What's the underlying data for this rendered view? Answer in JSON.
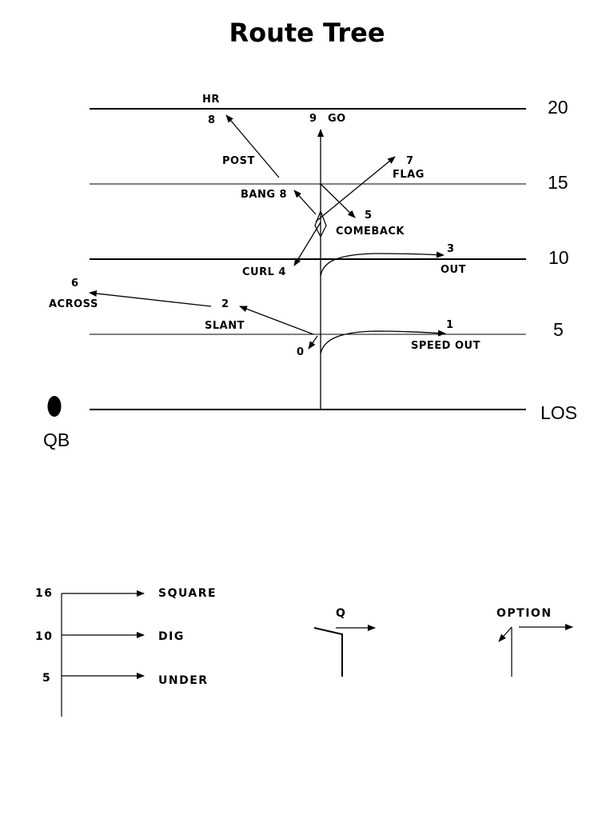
{
  "title": "Route Tree",
  "yard_markers": [
    "20",
    "15",
    "10",
    "5",
    "LOS"
  ],
  "qb_label": "QB",
  "routes": {
    "hr": "HR",
    "post_number": "8",
    "post": "POST",
    "go_number": "9",
    "go": "GO",
    "flag_number": "7",
    "flag": "FLAG",
    "bang": "BANG 8",
    "comeback_number": "5",
    "comeback": "COMEBACK",
    "out_number": "3",
    "out": "OUT",
    "curl": "CURL  4",
    "across_number": "6",
    "across": "ACROSS",
    "slant_number": "2",
    "slant": "SLANT",
    "speed_out_number": "1",
    "speed_out": "SPEED OUT",
    "zero": "0"
  },
  "lower_routes": {
    "square_depth": "16",
    "square": "SQUARE",
    "dig_depth": "10",
    "dig": "DIG",
    "under_depth": "5",
    "under": "UNDER",
    "q": "Q",
    "option": "OPTION"
  }
}
